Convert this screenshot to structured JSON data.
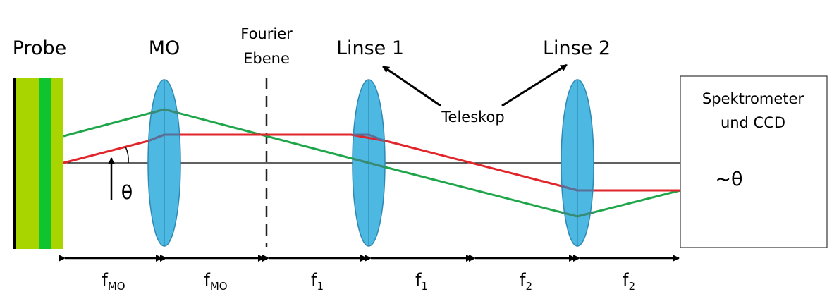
{
  "labels": {
    "probe": "Probe",
    "mo": "MO",
    "fourier_line1": "Fourier",
    "fourier_line2": "Ebene",
    "linse1": "Linse 1",
    "linse2": "Linse 2",
    "teleskop": "Teleskop",
    "spektrometer_line1": "Spektrometer",
    "spektrometer_line2": "und CCD",
    "theta": "θ",
    "theta_approx": "~θ"
  },
  "dimensions": [
    {
      "base": "f",
      "sub": "MO"
    },
    {
      "base": "f",
      "sub": "MO"
    },
    {
      "base": "f",
      "sub": "1"
    },
    {
      "base": "f",
      "sub": "1"
    },
    {
      "base": "f",
      "sub": "2"
    },
    {
      "base": "f",
      "sub": "2"
    }
  ],
  "colors": {
    "green_ray": "#1fa64a",
    "red_ray": "#e0252b",
    "lens_fill": "#4db8e2",
    "lens_stroke": "#2f89b3",
    "sample_light": "#a8d400",
    "sample_dark": "#10c430",
    "sample_edge": "#000000"
  }
}
